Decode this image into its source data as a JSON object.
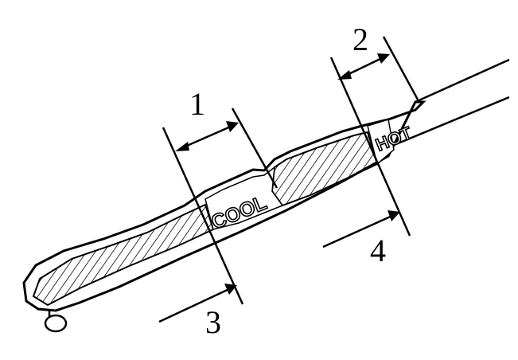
{
  "labels": {
    "dim1": "1",
    "dim2": "2",
    "dim3": "3",
    "dim4": "4",
    "cool": "COOL",
    "hot": "HOT"
  },
  "colors": {
    "ink": "#000000",
    "paper": "#ffffff"
  }
}
